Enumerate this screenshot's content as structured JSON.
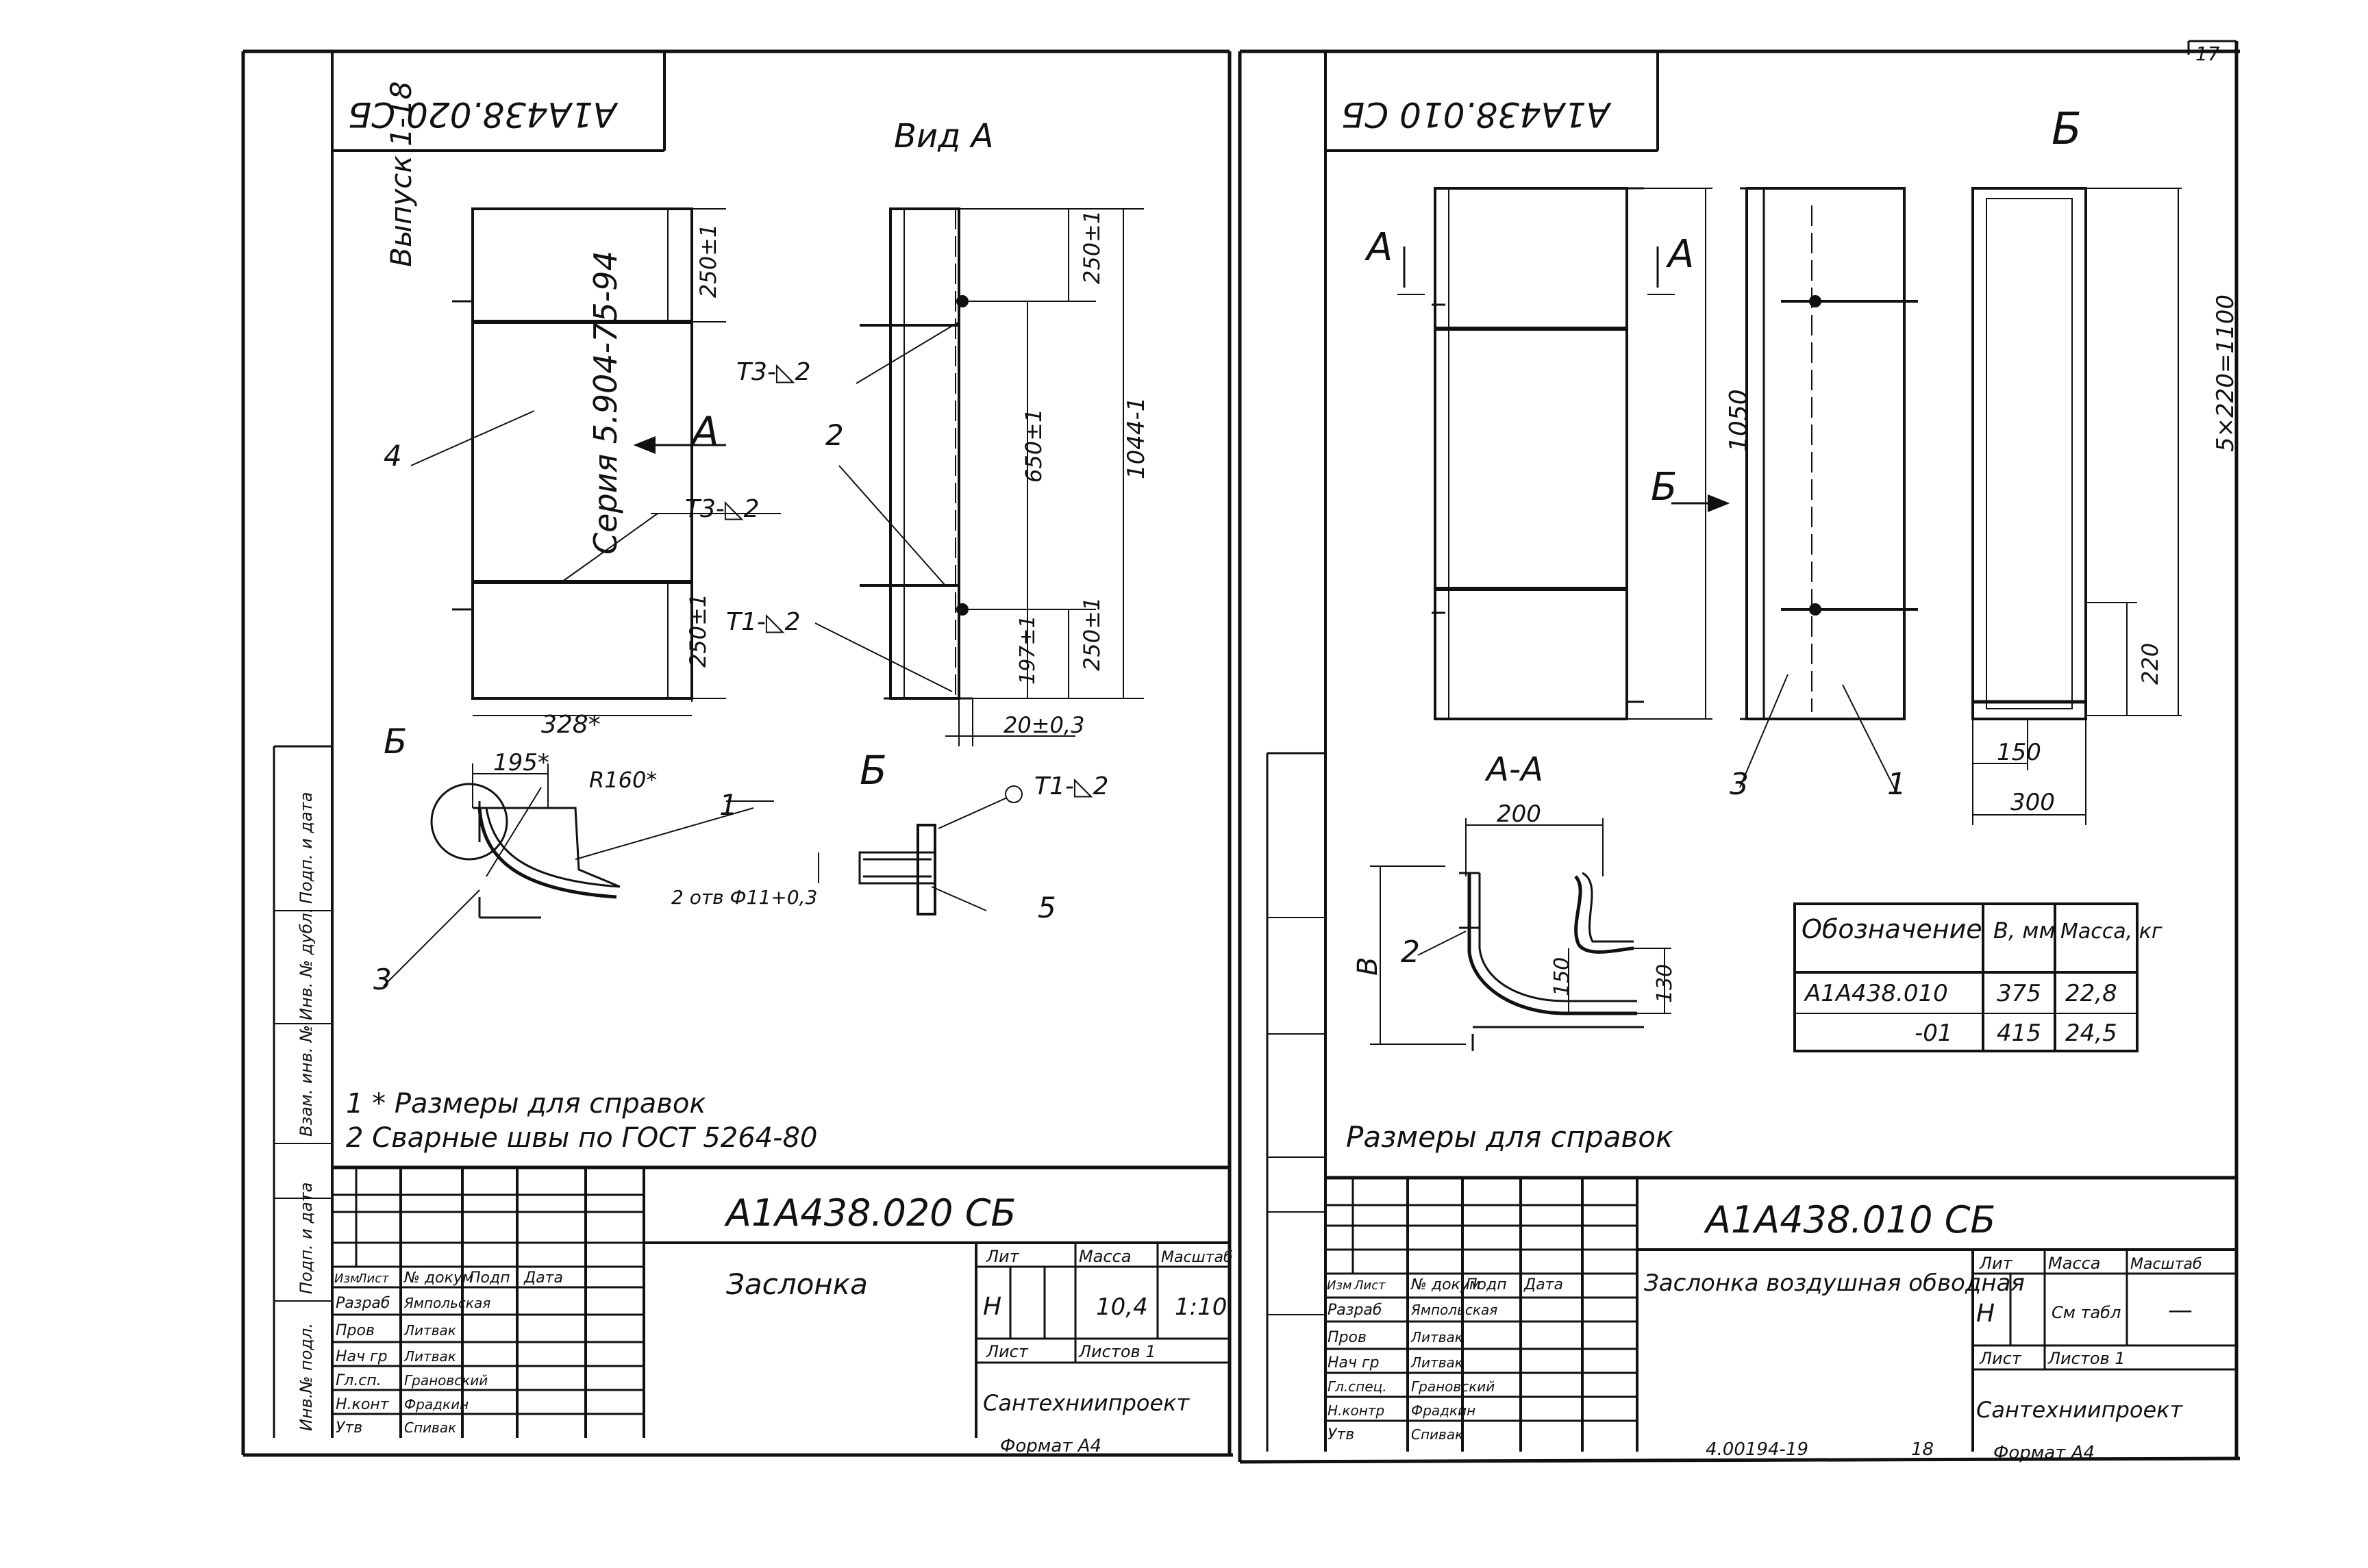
{
  "sheet_number": "17",
  "left_sheet": {
    "stamp_code": "A1A438.020 CБ",
    "series_label": "Серия 5.904-75-94",
    "issue_label": "Выпуск 1-18",
    "view_a_title": "Вид А",
    "view_arrow_a": "А",
    "callouts": [
      "1",
      "2",
      "3",
      "4",
      "5"
    ],
    "weld_labels": [
      "Т3-◺2",
      "Т3-◺2",
      "Т1-◺2",
      "Т1-◺2"
    ],
    "detail_b": "Б",
    "dims_front": [
      "250±1",
      "250±1",
      "328*",
      "195*",
      "R160*"
    ],
    "dims_side": [
      "250±1",
      "650±1",
      "197±1",
      "250±1",
      "1044-1",
      "20±0,3"
    ],
    "hole_note": "2 отв Ф11+0,3",
    "notes": [
      "1 * Размеры для справок",
      "2 Сварные швы по ГОСТ 5264-80"
    ],
    "side_strip": [
      "Инв.№ подл.",
      "Подп. и дата",
      "Взам. инв. №",
      "Инв. № дубл.",
      "Подп. и дата"
    ],
    "title_block": {
      "code": "A1A438.020 CБ",
      "name": "Заслонка",
      "headers": [
        "Изм",
        "Лист",
        "№ докум",
        "Подп",
        "Дата"
      ],
      "roles": [
        "Разраб",
        "Пров",
        "Нач гр",
        "Гл.сп.",
        "Н.конт",
        "Утв"
      ],
      "names": [
        "Ямпольская",
        "Литвак",
        "Литвак",
        "Грановский",
        "Фрадкин",
        "Спивак"
      ],
      "lit_label": "Лит",
      "mass_label": "Масса",
      "scale_label": "Масштаб",
      "lit": "Н",
      "mass": "10,4",
      "scale": "1:10",
      "sheet_label": "Лист",
      "sheets_label": "Листов 1",
      "org": "Сантехниипроект",
      "format": "Формат А4"
    }
  },
  "right_sheet": {
    "stamp_code": "A1A438.010 CБ",
    "section_a_a": "А-А",
    "view_b": "Б",
    "arrow_a_left": "А",
    "arrow_a_right": "А",
    "arrow_b": "Б",
    "callouts": [
      "1",
      "2",
      "3"
    ],
    "dims_front": [
      "1050"
    ],
    "dims_side": [
      "5×220=1100",
      "220",
      "150",
      "300"
    ],
    "dims_section": [
      "200",
      "B",
      "150",
      "130"
    ],
    "note": "Размеры для справок",
    "table": {
      "headers": [
        "Обозначение",
        "B, мм",
        "Масса, кг"
      ],
      "rows": [
        [
          "A1A438.010",
          "375",
          "22,8"
        ],
        [
          "-01",
          "415",
          "24,5"
        ]
      ]
    },
    "title_block": {
      "code": "A1A438.010 CБ",
      "name": "Заслонка воздушная обводная",
      "headers": [
        "Изм",
        "Лист",
        "№ докум",
        "Подп",
        "Дата"
      ],
      "roles": [
        "Разраб",
        "Пров",
        "Нач гр",
        "Гл.спец.",
        "Н.контр",
        "Утв"
      ],
      "names": [
        "Ямпольская",
        "Литвак",
        "Литвак",
        "Грановский",
        "Фрадкин",
        "Спивак"
      ],
      "lit_label": "Лит",
      "mass_label": "Масса",
      "scale_label": "Масштаб",
      "lit": "Н",
      "mass": "См табл",
      "scale": "—",
      "sheet_label": "Лист",
      "sheets_label": "Листов 1",
      "org": "Сантехниипроект",
      "format": "Формат А4",
      "bottom_code": "4.00194-19",
      "bottom_page": "18"
    }
  }
}
